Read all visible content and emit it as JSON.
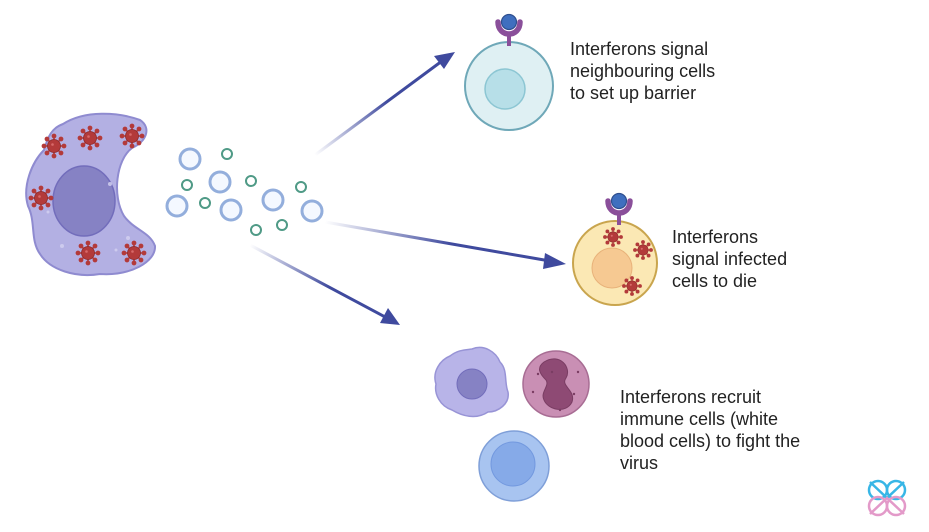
{
  "captions": {
    "barrier": "Interferons signal\nneighbouring cells\nto set up barrier",
    "die": "Interferons\nsignal infected\ncells to die",
    "recruit": "Interferons recruit\nimmune cells (white\nblood cells) to fight the\nvirus"
  },
  "colors": {
    "infected_cell": "#b3b0e3",
    "virus": "#b33a3a",
    "arrow": "#3f4a9e",
    "interferon_ring": "#93aedc",
    "interferon_small": "#4f9a86",
    "neighbour_cell": "#dff0f3",
    "dying_cell": "#fbe8b4",
    "receptor": "#8a4f9a",
    "receptor_ball": "#3f6fbf",
    "neutrophil": "#c98fb4",
    "monocyte": "#b8b4e8",
    "lymphocyte": "#a8c4f0",
    "logo_blue": "#38b6e6",
    "logo_pink": "#e39ac9"
  },
  "icons": [
    "infected-cell-icon",
    "virus-icon",
    "interferon-icon",
    "receptor-icon",
    "neutrophil-icon",
    "monocyte-icon",
    "lymphocyte-icon",
    "logo-icon"
  ]
}
